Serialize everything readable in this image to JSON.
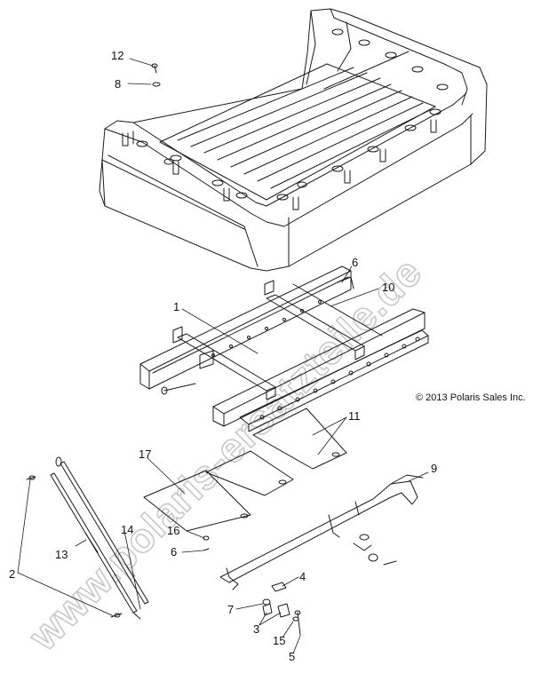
{
  "diagram": {
    "copyright": "© 2013 Polaris Sales Inc.",
    "watermark": "www.polaris-ersatzteile.de",
    "callouts": [
      {
        "id": "c12",
        "text": "12"
      },
      {
        "id": "c8",
        "text": "8"
      },
      {
        "id": "c6a",
        "text": "6"
      },
      {
        "id": "c10",
        "text": "10"
      },
      {
        "id": "c1",
        "text": "1"
      },
      {
        "id": "c11",
        "text": "11"
      },
      {
        "id": "c17",
        "text": "17"
      },
      {
        "id": "c9",
        "text": "9"
      },
      {
        "id": "c16",
        "text": "16"
      },
      {
        "id": "c6b",
        "text": "6"
      },
      {
        "id": "c14",
        "text": "14"
      },
      {
        "id": "c13",
        "text": "13"
      },
      {
        "id": "c2",
        "text": "2"
      },
      {
        "id": "c4",
        "text": "4"
      },
      {
        "id": "c7",
        "text": "7"
      },
      {
        "id": "c3",
        "text": "3"
      },
      {
        "id": "c15",
        "text": "15"
      },
      {
        "id": "c5",
        "text": "5"
      }
    ],
    "colors": {
      "line": "#1a1a1a",
      "watermark": "#d0d0d0"
    }
  }
}
